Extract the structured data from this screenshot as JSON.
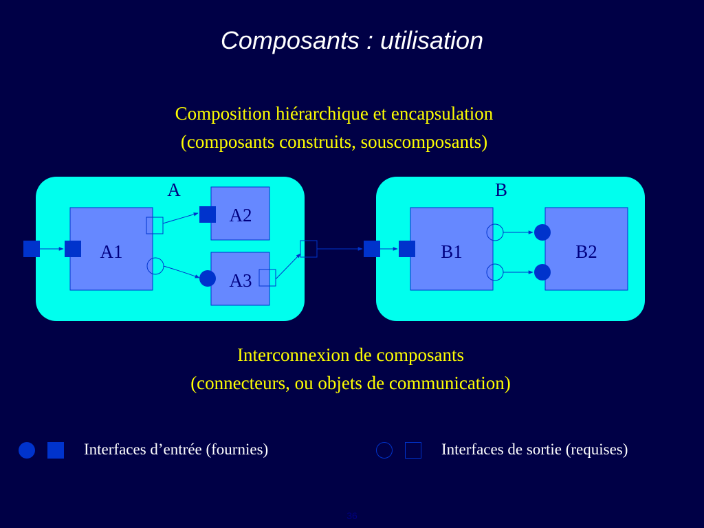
{
  "title": "Composants : utilisation",
  "heading_top": {
    "line1": "Composition hiérarchique et encapsulation",
    "line2": "(composants construits, souscomposants)"
  },
  "diagram": {
    "component_a": "A",
    "component_b": "B",
    "subcomponents": {
      "a1": "A1",
      "a2": "A2",
      "a3": "A3",
      "b1": "B1",
      "b2": "B2"
    }
  },
  "heading_bottom": {
    "line1": "Interconnexion de composants",
    "line2": "(connecteurs, ou objets de communication)"
  },
  "legend": {
    "provided": "Interfaces d’entrée (fournies)",
    "required": "Interfaces de sortie (requises)"
  },
  "page_number": "36",
  "colors": {
    "background": "#000046",
    "container_fill": "#00ffee",
    "subcomponent_fill": "#6688ff",
    "interface_color": "#0033cc",
    "heading_text": "#ffff00",
    "title_text": "#ffffff"
  }
}
